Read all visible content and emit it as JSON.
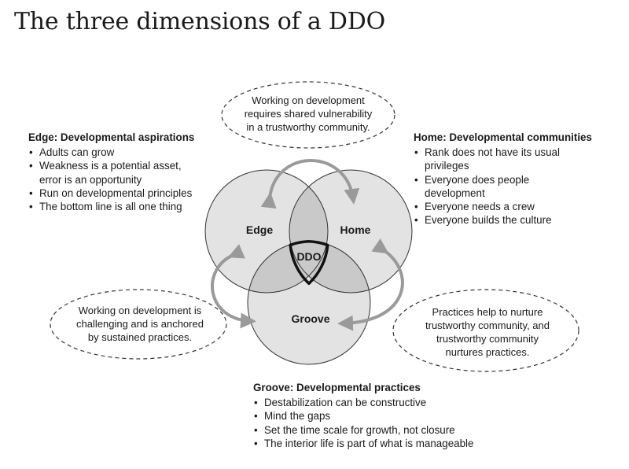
{
  "title": "The three dimensions of a DDO",
  "edge": {
    "heading": "Edge: Developmental aspirations",
    "items": [
      [
        "Adults can grow"
      ],
      [
        "Weakness is a potential asset,",
        "error is an opportunity"
      ],
      [
        "Run on developmental principles"
      ],
      [
        "The bottom line is all one thing"
      ]
    ]
  },
  "home": {
    "heading": "Home: Developmental communities",
    "items": [
      [
        "Rank does not have its usual",
        "privileges"
      ],
      [
        "Everyone does people",
        "development"
      ],
      [
        "Everyone needs a crew"
      ],
      [
        "Everyone builds the culture"
      ]
    ]
  },
  "groove": {
    "heading": "Groove: Developmental practices",
    "items": [
      [
        "Destabilization can be constructive"
      ],
      [
        "Mind the gaps"
      ],
      [
        "Set the time scale for growth, not closure"
      ],
      [
        "The interior life is part of what is manageable"
      ]
    ]
  },
  "bubbles": {
    "top": [
      "Working on development",
      "requires shared vulnerability",
      "in a trustworthy community."
    ],
    "left": [
      "Working on development is",
      "challenging and is anchored",
      "by sustained practices."
    ],
    "right": [
      "Practices help to nurture",
      "trustworthy community, and",
      "trustworthy community",
      "nurtures practices."
    ]
  },
  "circles": {
    "edge": "Edge",
    "home": "Home",
    "groove": "Groove",
    "center": "DDO"
  },
  "colors": {
    "circle_fill": "#e3e3e3",
    "overlap_fill": "#c9c9c9",
    "arrow": "#9a9a9a",
    "outline": "#333333"
  }
}
